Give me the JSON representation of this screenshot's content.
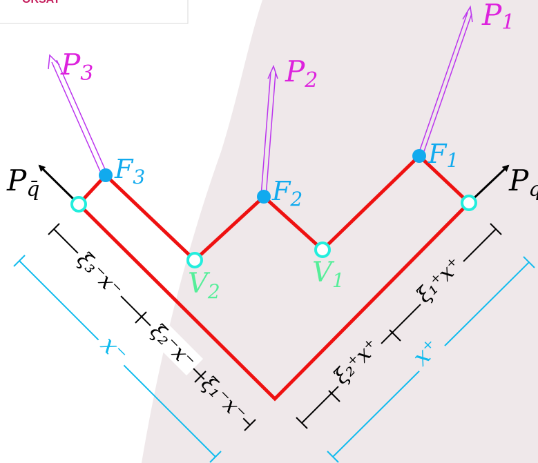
{
  "colors": {
    "background_shape": "#efe8ea",
    "string": "#ee1111",
    "photon_arrow": "#bb33ee",
    "photon_label": "#dd22dd",
    "quark_arrow": "#000000",
    "vertex_fill": "#ffffff",
    "vertex_stroke": "#22eedd",
    "vertex_label": "#55ee99",
    "breakpoint_dot": "#11aaee",
    "breakpoint_label": "#11aaee",
    "measure_line": "#11bbee",
    "measure_text": "#000000"
  },
  "header_fragment": "ORSAY",
  "photons": {
    "p1": {
      "base": "P",
      "sub": "1"
    },
    "p2": {
      "base": "P",
      "sub": "2"
    },
    "p3": {
      "base": "P",
      "sub": "3"
    }
  },
  "quarks": {
    "q": {
      "base": "P",
      "sub": "q"
    },
    "qbar": {
      "base": "P",
      "sub": "q̄"
    }
  },
  "breakpoints": {
    "f1": {
      "base": "F",
      "sub": "1"
    },
    "f2": {
      "base": "F",
      "sub": "2"
    },
    "f3": {
      "base": "F",
      "sub": "3"
    }
  },
  "vertices": {
    "v1": {
      "base": "V",
      "sub": "1"
    },
    "v2": {
      "base": "V",
      "sub": "2"
    }
  },
  "measures": {
    "xi3_left": "ξ₃⁻x⁻",
    "xi2_left": "ξ₂⁻x⁻",
    "xi1_left": "ξ₁⁻x⁻",
    "xi2_right": "ξ₂⁺x⁺",
    "xi1_right": "ξ₁⁺x⁺",
    "x_minus": "x⁻",
    "x_plus": "x⁺"
  }
}
